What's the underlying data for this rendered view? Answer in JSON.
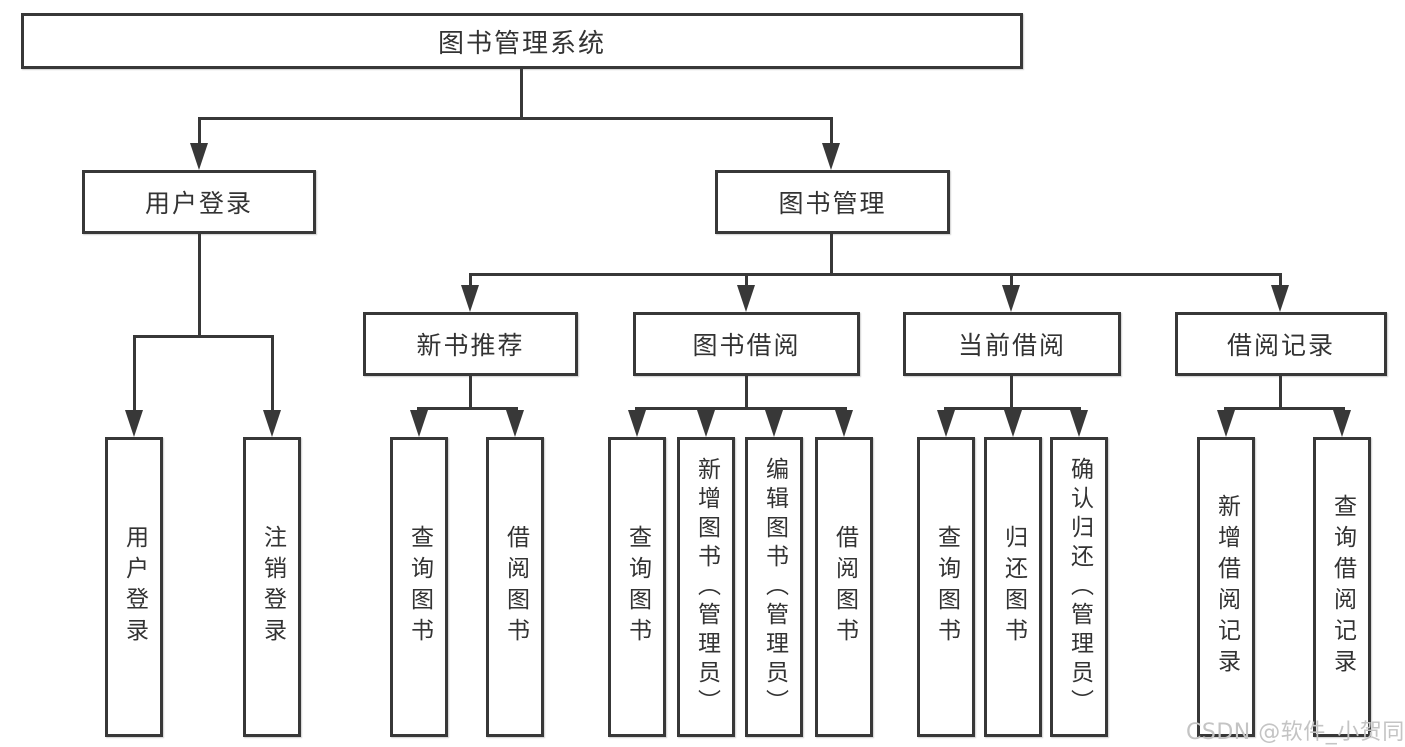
{
  "diagram": {
    "root": "图书管理系统",
    "user_branch": {
      "label": "用户登录",
      "children": [
        "用户登录",
        "注销登录"
      ]
    },
    "mgmt_branch": {
      "label": "图书管理",
      "sections": [
        {
          "label": "新书推荐",
          "children": [
            "查询图书",
            "借阅图书"
          ]
        },
        {
          "label": "图书借阅",
          "children": [
            "查询图书",
            "新增图书（管理员）",
            "编辑图书（管理员）",
            "借阅图书"
          ]
        },
        {
          "label": "当前借阅",
          "children": [
            "查询图书",
            "归还图书",
            "确认归还（管理员）"
          ]
        },
        {
          "label": "借阅记录",
          "children": [
            "新增借阅记录",
            "查询借阅记录"
          ]
        }
      ]
    }
  },
  "colors": {
    "line": "#383838",
    "text": "#333333",
    "background": "#ffffff",
    "watermark": "#c4c4c4"
  },
  "watermark": "CSDN @软件_小贺同学"
}
